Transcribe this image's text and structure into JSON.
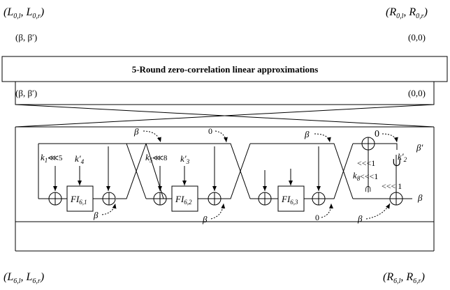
{
  "labels": {
    "top_left": "(L",
    "top_left_sub": "0,l",
    "top_left_mid": ", L",
    "top_left_sub2": "0,r",
    "top_right": "(R",
    "top_right_sub": "0,l",
    "top_right_mid": ", R",
    "top_right_sub2": "0,r",
    "beta_pair": "(β, β′)",
    "zero_pair": "(0,0)",
    "banner": "5-Round zero-correlation linear approximations",
    "bottom_left": "(L",
    "bottom_left_sub": "6,l",
    "bottom_left_mid": ", L",
    "bottom_left_sub2": "6,r",
    "bottom_right": "(R",
    "bottom_right_sub": "6,l",
    "bottom_right_mid": ", R",
    "bottom_right_sub2": "6,r"
  },
  "round": {
    "k1": "k",
    "k1_sub": "1",
    "k1_rot": "⋘5",
    "k4": "k′",
    "k4_sub": "4",
    "k5": "k",
    "k5_sub": "5",
    "k5_rot": "⋘8",
    "k3": "k′",
    "k3_sub": "3",
    "k8": "k",
    "k8_sub": "8",
    "k2": "k′",
    "k2_sub": "2",
    "fi1": "FI",
    "fi1_sub": "6,1",
    "fi2": "FI",
    "fi2_sub": "6,2",
    "fi3": "FI",
    "fi3_sub": "6,3",
    "beta": "β",
    "beta_prime": "β′",
    "zero": "0",
    "rot1_a": "<<<1",
    "rot1_b": "<<<1",
    "rot1_c": "<<< 1",
    "and_sym": "∩",
    "or_sym": "∪"
  }
}
